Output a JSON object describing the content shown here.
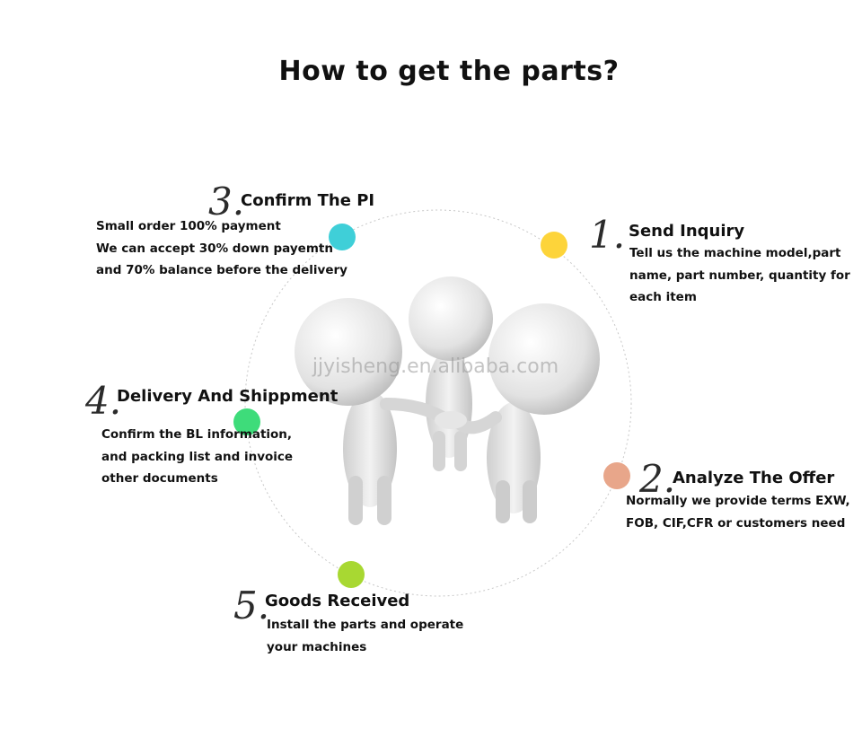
{
  "title": "How to get the parts?",
  "watermark": "jjyisheng.en.alibaba.com",
  "steps": [
    {
      "number": "1.",
      "title": "Send Inquiry",
      "color": "#FDD43A",
      "lines": [
        "Tell us the machine model,part",
        "name, part number, quantity for",
        "each item"
      ]
    },
    {
      "number": "2.",
      "title": "Analyze The Offer",
      "color": "#E8A68A",
      "lines": [
        "Normally we provide terms EXW,",
        "FOB, CIF,CFR or customers need"
      ]
    },
    {
      "number": "3.",
      "title": "Confirm The PI",
      "color": "#3FCFD8",
      "lines": [
        "Small order 100% payment",
        "We can accept 30% down payemtn",
        "and 70% balance before the delivery"
      ]
    },
    {
      "number": "4.",
      "title": "Delivery And Shippment",
      "color": "#3EDC7A",
      "lines": [
        "Confirm the BL information,",
        "and packing list and invoice",
        "other documents"
      ]
    },
    {
      "number": "5.",
      "title": "Goods Received",
      "color": "#A8D832",
      "lines": [
        "Install the parts and operate",
        "your machines"
      ]
    }
  ]
}
